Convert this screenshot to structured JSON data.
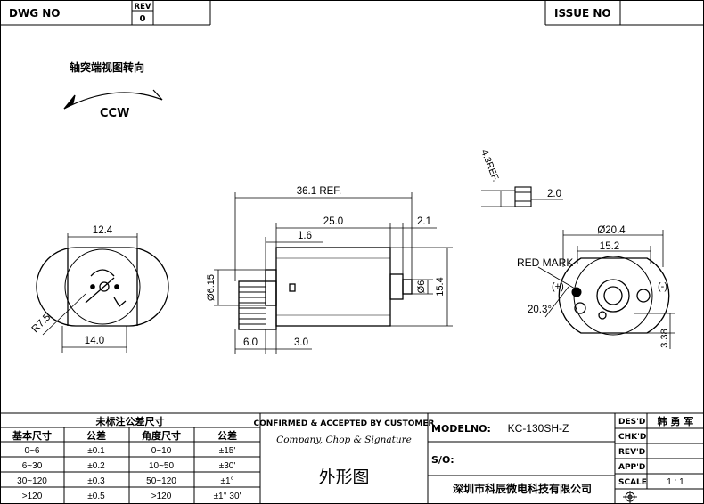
{
  "header": {
    "dwg_no_label": "DWG   NO",
    "rev_label": "REV",
    "rev_value": "0",
    "issue_no_label": "ISSUE   NO"
  },
  "rotation": {
    "title": "轴突端视图转向",
    "direction": "CCW"
  },
  "dimensions": {
    "front_width": "12.4",
    "front_radius": "R7.5",
    "front_offset": "14.0",
    "overall_length": "36.1 REF.",
    "body_length": "25.0",
    "right_boss": "2.1",
    "shaft_step": "1.6",
    "shaft_dia": "Ø6.15",
    "boss_dia": "Ø6",
    "body_height": "15.4",
    "shaft_length": "6.0",
    "flange_length": "3.0",
    "terminal_ref": "4.3REF.",
    "terminal_gap": "2.0",
    "end_dia": "Ø20.4",
    "end_width": "15.2",
    "red_mark": "RED MARK",
    "plus": "(+)",
    "minus": "(-)",
    "angle": "20.3°",
    "end_offset": "3.38"
  },
  "tolerance_table": {
    "title": "未标注公差尺寸",
    "headers": [
      "基本尺寸",
      "公差",
      "角度尺寸",
      "公差"
    ],
    "rows": [
      [
        "0~6",
        "±0.1",
        "0~10",
        "±15'"
      ],
      [
        "6~30",
        "±0.2",
        "10~50",
        "±30'"
      ],
      [
        "30~120",
        "±0.3",
        "50~120",
        "±1°"
      ],
      [
        ">120",
        "±0.5",
        ">120",
        "±1° 30'"
      ]
    ]
  },
  "confirm_block": {
    "title": "CONFIRMED & ACCEPTED BY CUSTOMER",
    "subtitle": "Company, Chop & Signature",
    "drawing_name": "外形图"
  },
  "model_block": {
    "model_label": "MODELNO:",
    "model_value": "KC-130SH-Z",
    "so_label": "S/O:",
    "company": "深圳市科辰微电科技有限公司"
  },
  "approval_block": {
    "des_label": "DES'D",
    "des_value": "韩 勇 军",
    "chk_label": "CHK'D",
    "rev_label": "REV'D",
    "app_label": "APP'D",
    "scale_label": "SCALE",
    "scale_value": "1 : 1"
  }
}
